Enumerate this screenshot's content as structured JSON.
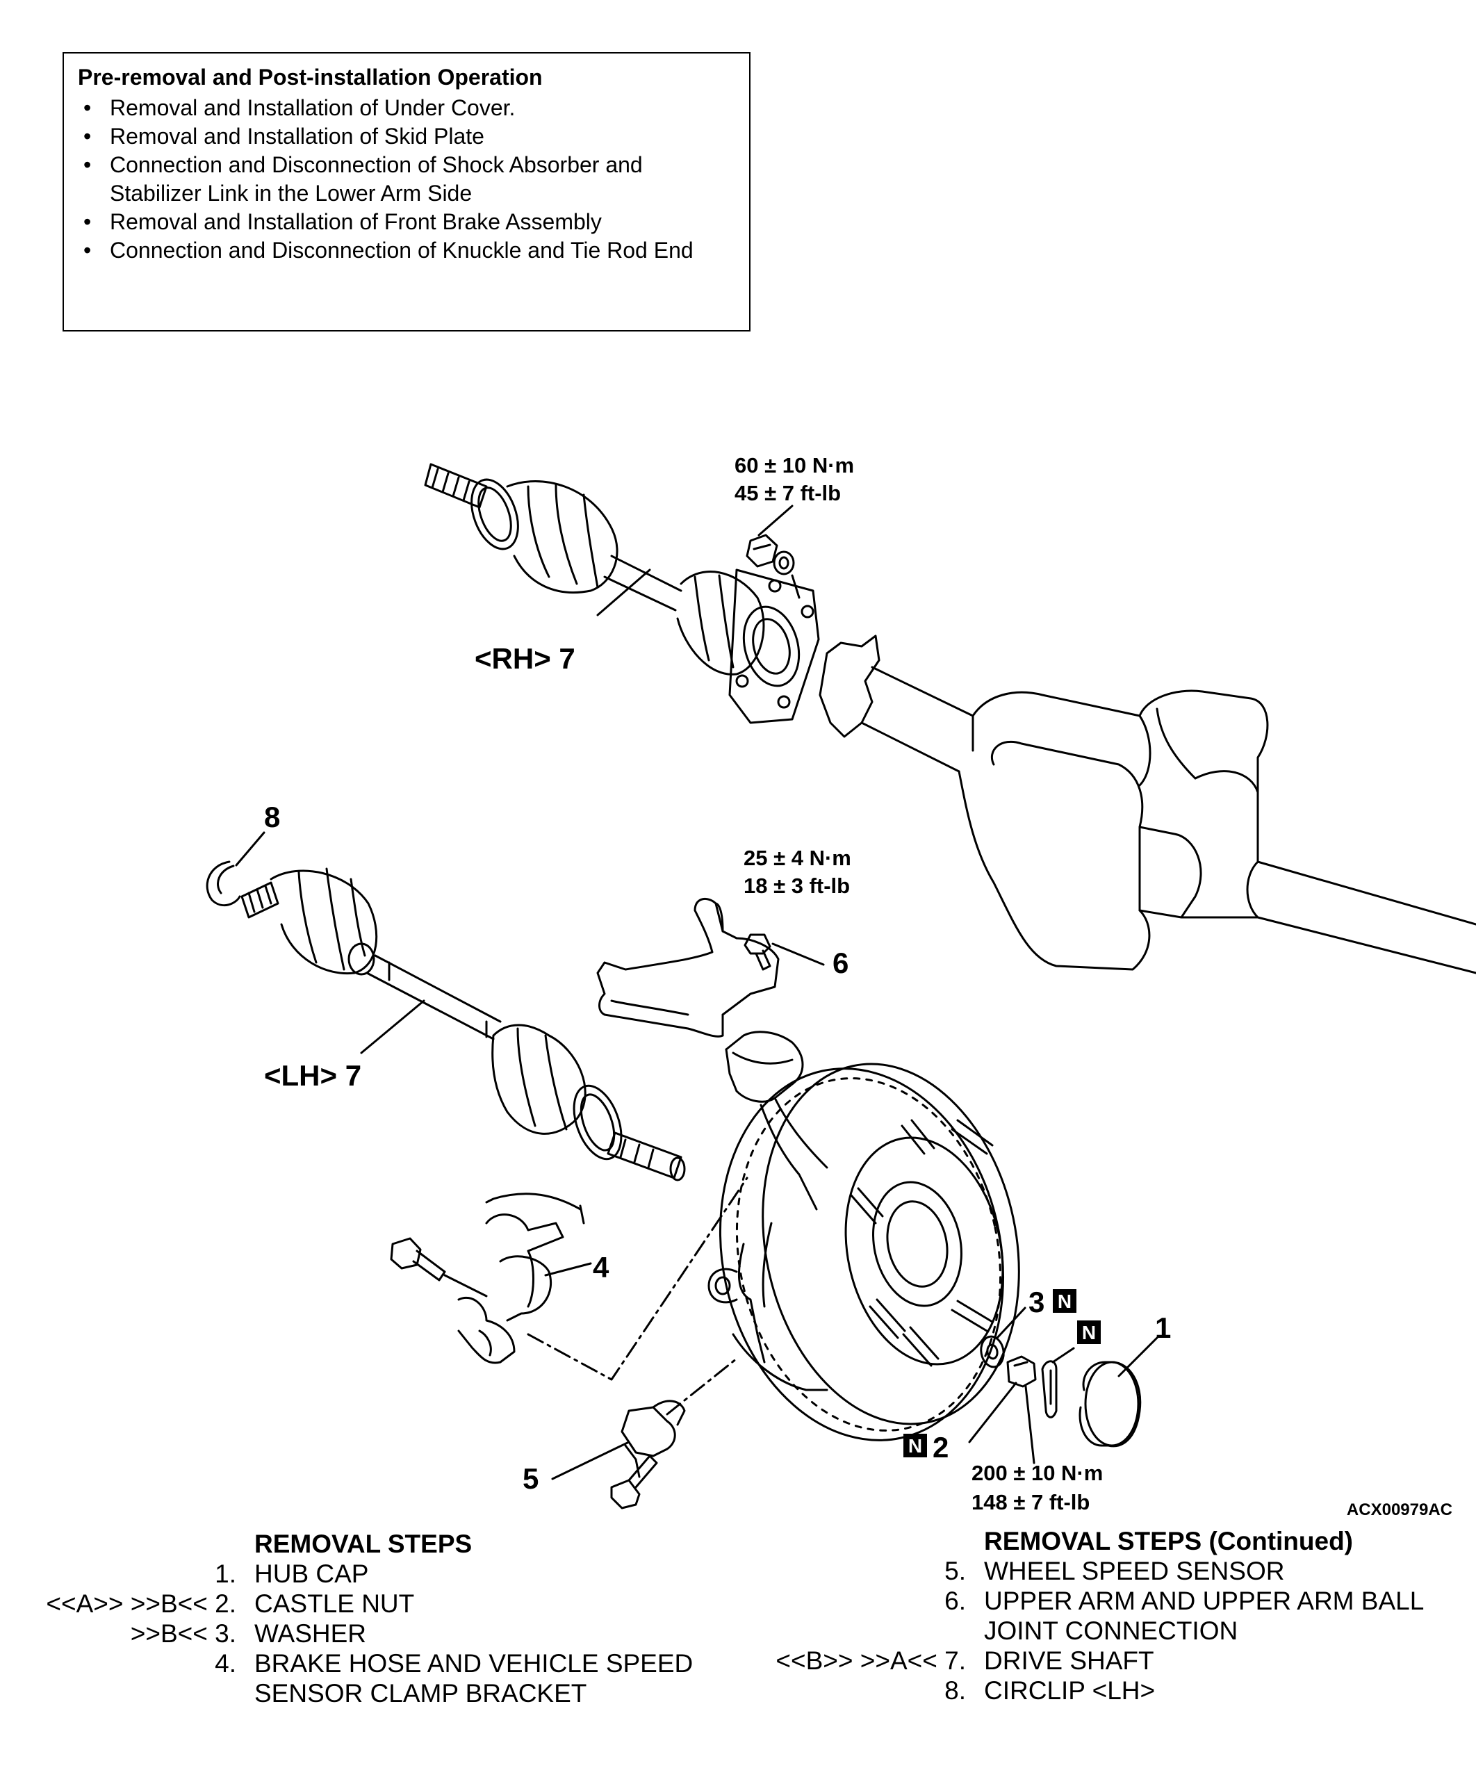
{
  "pre_operation": {
    "title": "Pre-removal and Post-installation Operation",
    "items": [
      "Removal and Installation of Under Cover.",
      "Removal and Installation of Skid Plate",
      "Connection and Disconnection of Shock Absorber and Stabilizer Link in the Lower Arm Side",
      "Removal and Installation of Front Brake Assembly",
      "Connection and Disconnection of Knuckle and Tie Rod End"
    ]
  },
  "diagram": {
    "torque_upper": {
      "line1": "60 ± 10 N·m",
      "line2": "45 ± 7 ft-lb"
    },
    "torque_mid": {
      "line1": "25 ± 4 N·m",
      "line2": "18 ± 3 ft-lb"
    },
    "torque_hub": {
      "line1": "200 ± 10 N·m",
      "line2": "148 ± 7 ft-lb"
    },
    "label_rh7": "<RH> 7",
    "label_lh7": "<LH> 7",
    "label_8": "8",
    "label_6": "6",
    "label_4": "4",
    "label_5": "5",
    "label_3": "3",
    "label_2": "2",
    "label_1": "1",
    "new_part_mark": "N",
    "figure_code": "ACX00979AC"
  },
  "removal_steps_left": {
    "title": "REMOVAL STEPS",
    "steps": [
      {
        "prefix": "1.",
        "text": "HUB CAP"
      },
      {
        "prefix": "<<A>> >>B<< 2.",
        "text": "CASTLE NUT"
      },
      {
        "prefix": ">>B<< 3.",
        "text": "WASHER"
      },
      {
        "prefix": "4.",
        "text": "BRAKE HOSE AND VEHICLE SPEED SENSOR CLAMP BRACKET"
      }
    ]
  },
  "removal_steps_right": {
    "title": "REMOVAL STEPS (Continued)",
    "steps": [
      {
        "prefix": "5.",
        "text": "WHEEL SPEED SENSOR"
      },
      {
        "prefix": "6.",
        "text": "UPPER ARM AND UPPER ARM BALL JOINT CONNECTION"
      },
      {
        "prefix": "<<B>> >>A<< 7.",
        "text": "DRIVE SHAFT"
      },
      {
        "prefix": "8.",
        "text": "CIRCLIP <LH>"
      }
    ]
  }
}
